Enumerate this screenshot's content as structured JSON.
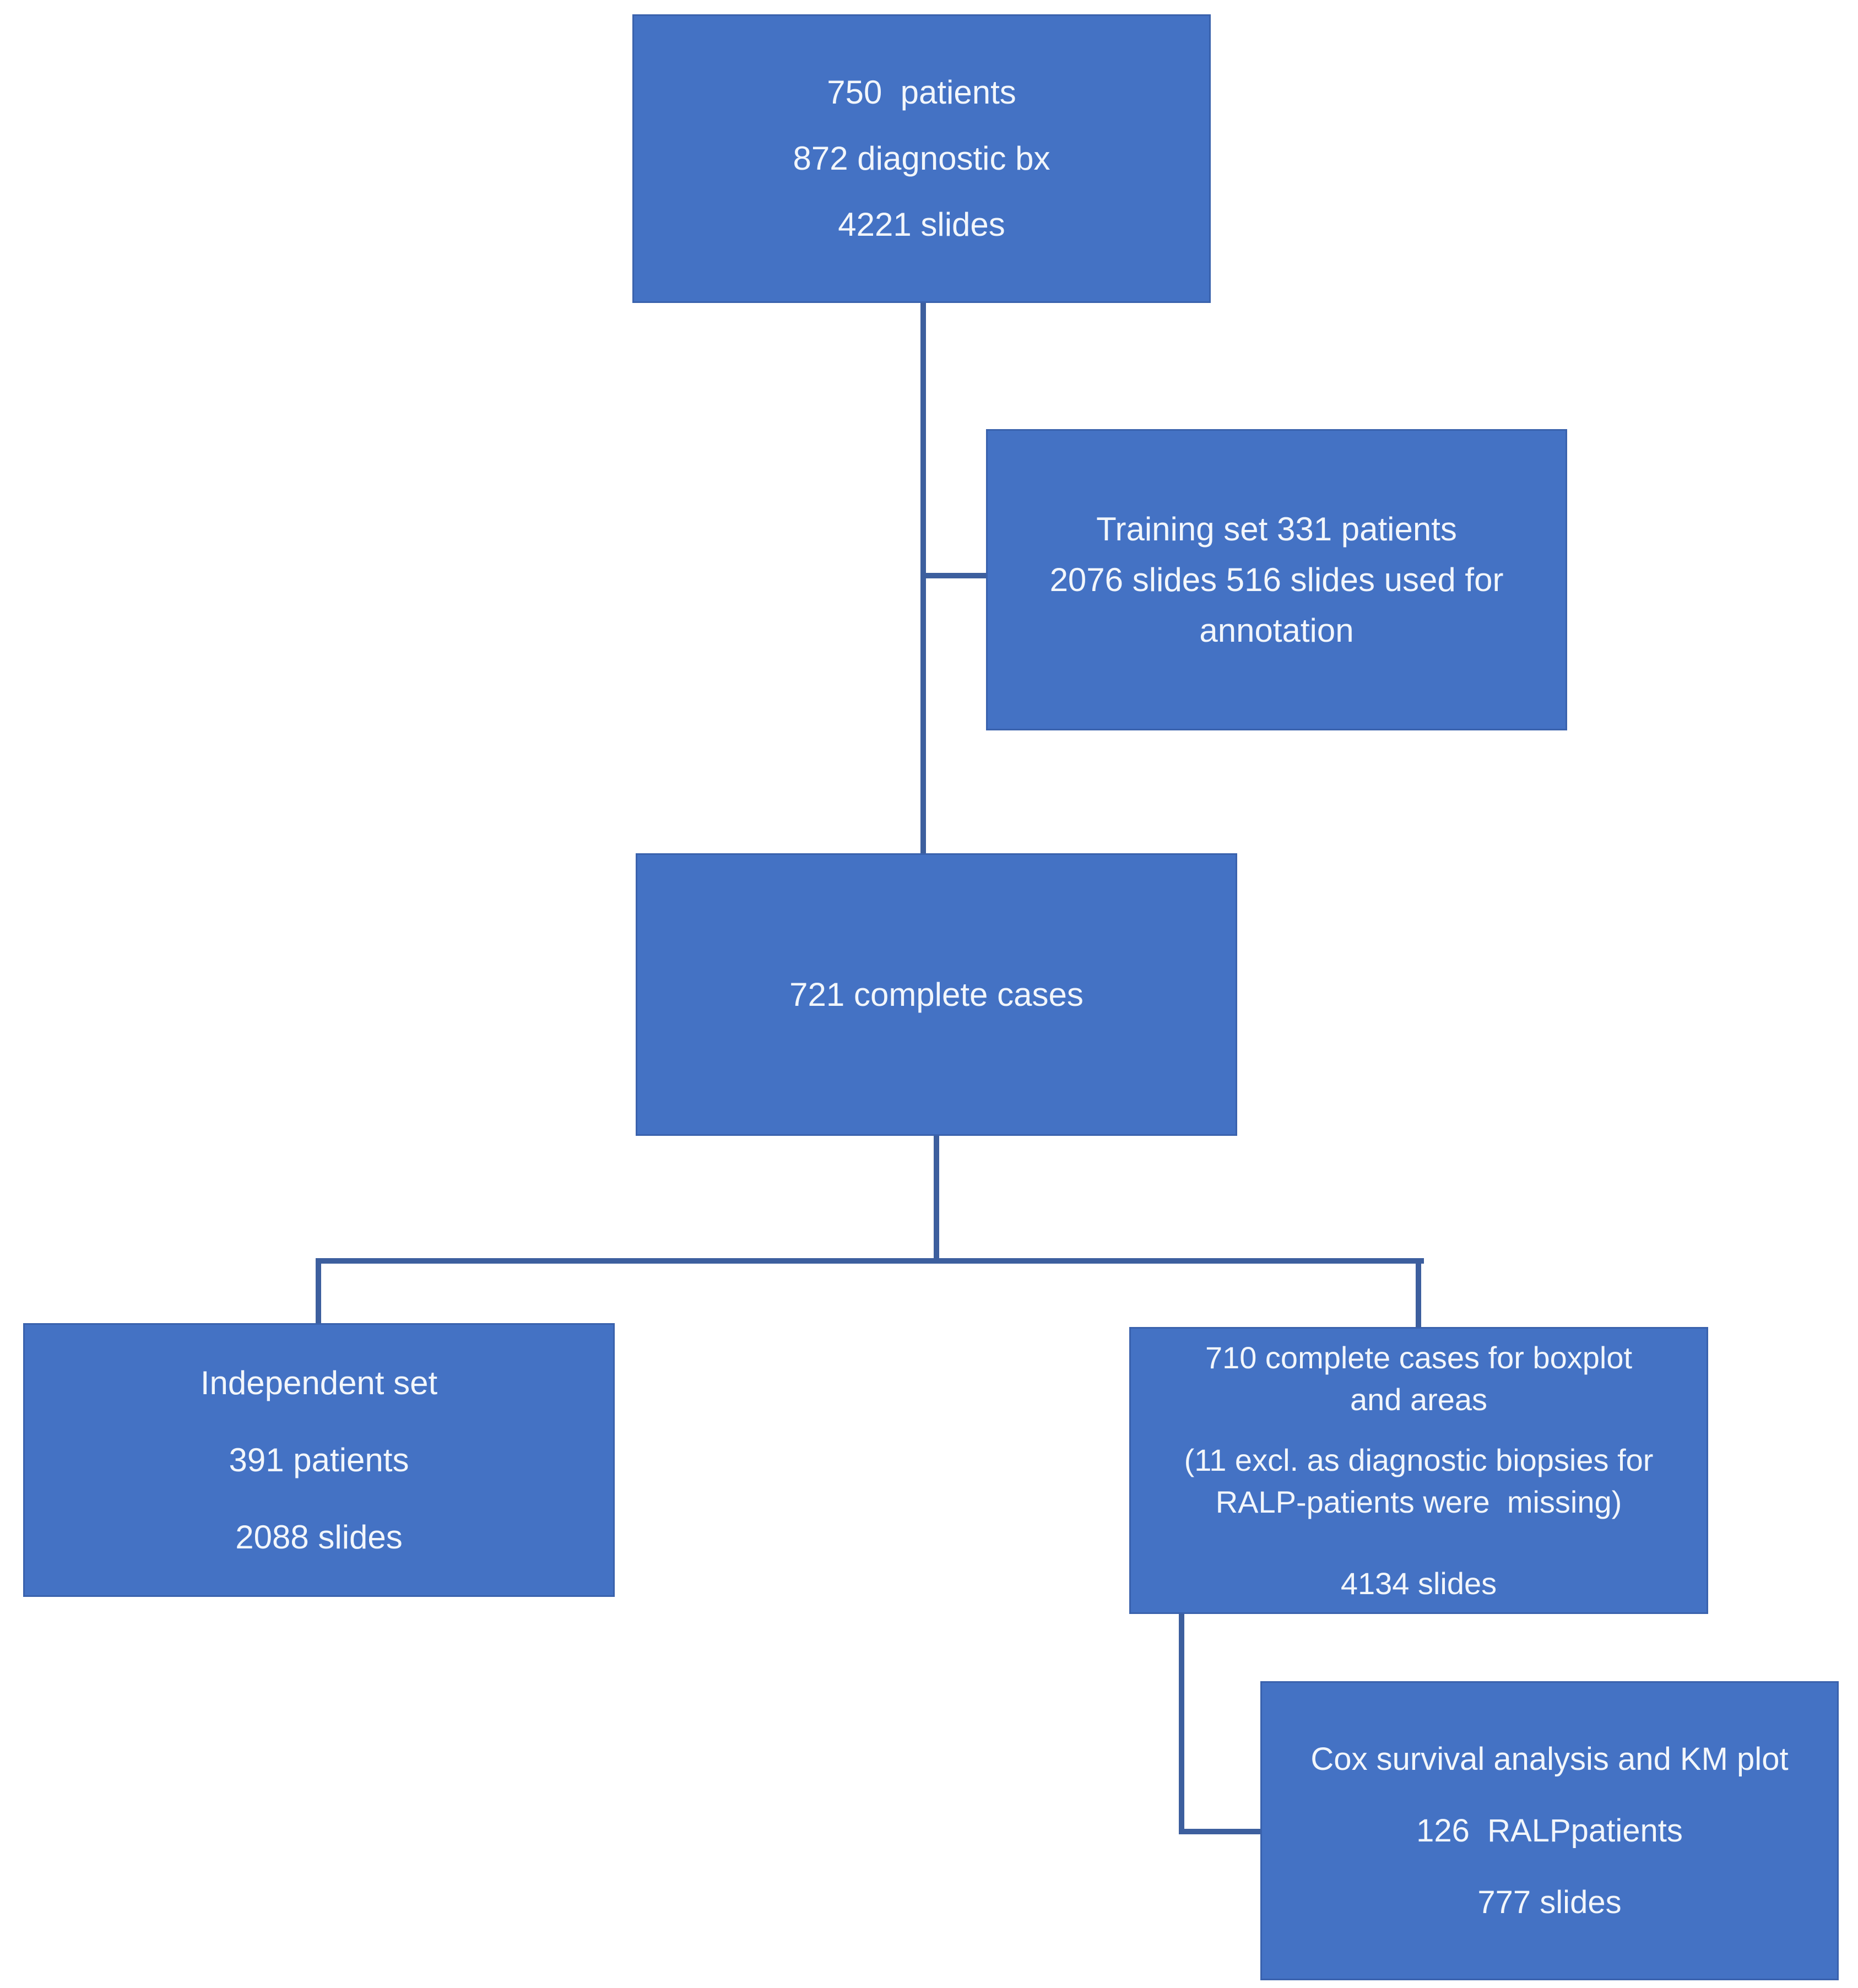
{
  "figure": {
    "type": "flowchart",
    "background": "#FFFFFF",
    "palette": {
      "node_fill": "#4472C4",
      "node_border": "#3A62AD",
      "connector": "#3D5F9E",
      "text": "#F2F6FB"
    },
    "nodes": {
      "source": {
        "lines": [
          "750  patients",
          "872 diagnostic bx",
          "4221 slides"
        ]
      },
      "training": {
        "lines": [
          "Training set 331 patients",
          "2076 slides 516 slides used for",
          "annotation"
        ]
      },
      "complete": {
        "lines": [
          "721 complete cases"
        ]
      },
      "independent": {
        "lines": [
          "Independent set",
          "391 patients",
          "2088 slides"
        ]
      },
      "boxplot": {
        "lines": [
          "710 complete cases for boxplot",
          "and areas",
          "(11 excl. as diagnostic biopsies for",
          "RALP-patients were  missing)",
          "4134 slides"
        ]
      },
      "cox": {
        "lines": [
          "Cox survival analysis and KM plot",
          "126  RALPpatients",
          "777 slides"
        ]
      }
    },
    "edges": [
      {
        "from": "source",
        "to": "complete"
      },
      {
        "from": "source",
        "to": "training"
      },
      {
        "from": "complete",
        "to": "independent"
      },
      {
        "from": "complete",
        "to": "boxplot"
      },
      {
        "from": "boxplot",
        "to": "cox"
      }
    ]
  }
}
